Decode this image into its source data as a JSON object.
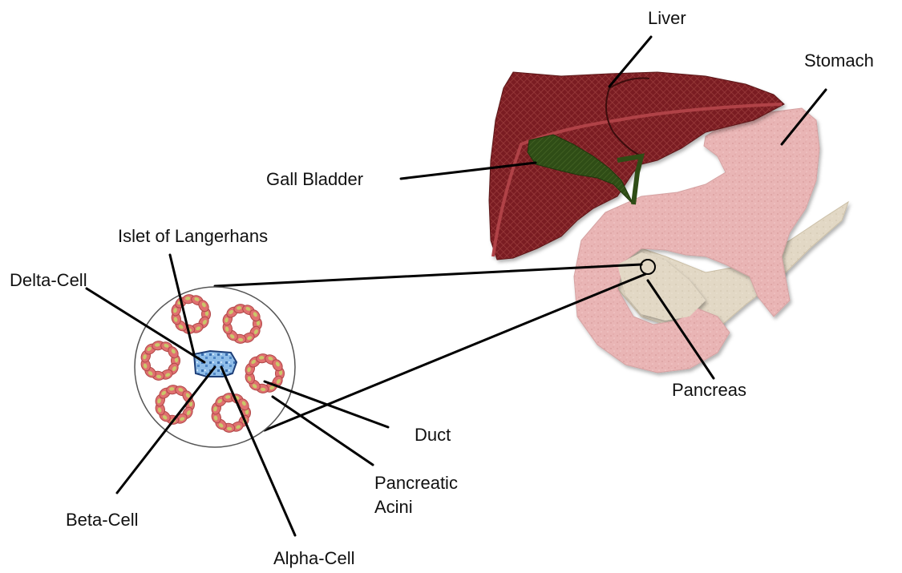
{
  "labels": {
    "liver": "Liver",
    "stomach": "Stomach",
    "gall_bladder": "Gall Bladder",
    "pancreas": "Pancreas",
    "islet_of_langerhans": "Islet of Langerhans",
    "delta_cell": "Delta-Cell",
    "beta_cell": "Beta-Cell",
    "alpha_cell": "Alpha-Cell",
    "duct": "Duct",
    "pancreatic_acini_line1": "Pancreatic",
    "pancreatic_acini_line2": "Acini"
  },
  "colors": {
    "liver": "#7a1f22",
    "liver_line": "#a8363a",
    "stomach": "#e9b7b7",
    "pancreas": "#e2d8c6",
    "gall_bladder": "#2f4d16",
    "acini_outer": "#d9a090",
    "acini_cell": "#e06a6a",
    "acini_granule": "#b8c05a",
    "islet": "#6fa3d8"
  }
}
